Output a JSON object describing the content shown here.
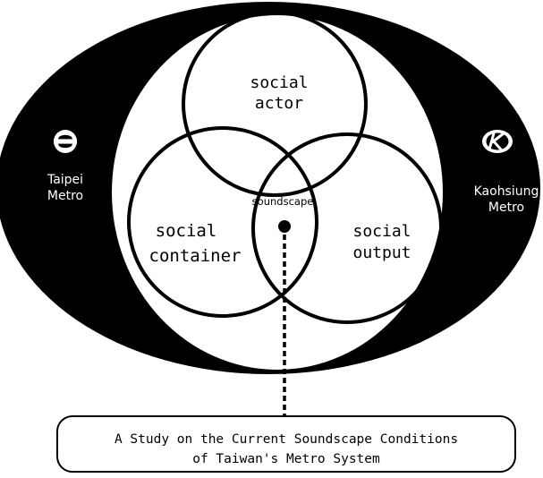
{
  "diagram": {
    "circles": {
      "actor": {
        "line1": "social",
        "line2": "actor"
      },
      "container": {
        "line1": "social",
        "line2": "container"
      },
      "output": {
        "line1": "social",
        "line2": "output"
      }
    },
    "center_label": "soundscape",
    "left_system": {
      "line1": "Taipei",
      "line2": "Metro",
      "logo": "taipei-metro-logo"
    },
    "right_system": {
      "line1": "Kaohsiung",
      "line2": "Metro",
      "logo": "kaohsiung-metro-logo"
    },
    "study_title": {
      "line1": "A Study on the Current Soundscape Conditions",
      "line2": "of Taiwan's Metro System"
    }
  },
  "colors": {
    "ink": "#000000",
    "paper": "#ffffff"
  }
}
